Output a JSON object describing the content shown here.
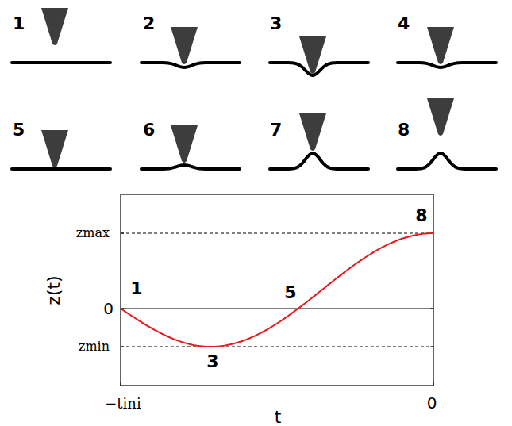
{
  "diagram": {
    "labels": [
      "1",
      "2",
      "3",
      "4",
      "5",
      "6",
      "7",
      "8",
      "z(t)",
      "zmax",
      "0",
      "zmin",
      "1",
      "3",
      "5",
      "8",
      "−tini",
      "0",
      "t"
    ]
  }
}
